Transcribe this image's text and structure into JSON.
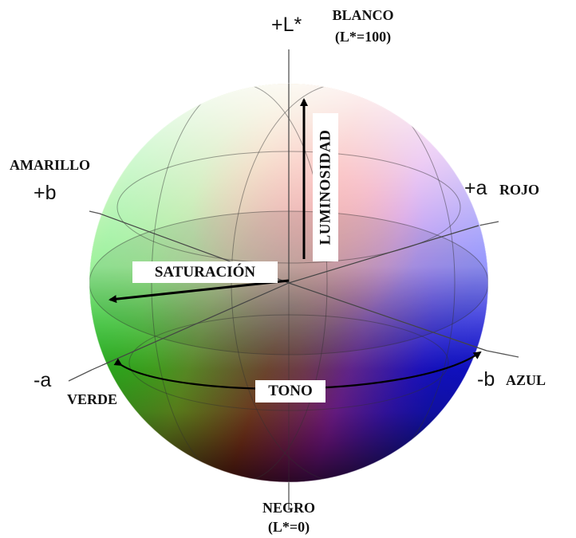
{
  "labels": {
    "l_axis": "+L*",
    "white": "BLANCO",
    "white_value": "(L*=100)",
    "black": "NEGRO",
    "black_value": "(L*=0)",
    "plus_b": "+b",
    "yellow": "AMARILLO",
    "plus_a": "+a",
    "red": "ROJO",
    "minus_a": "-a",
    "green": "VERDE",
    "minus_b": "-b",
    "blue": "AZUL"
  },
  "concepts": {
    "saturation": "SATURACIÓN",
    "lightness": "LUMINOSIDAD",
    "hue": "TONO"
  },
  "colors": {
    "red": "#e01818",
    "yellow": "#e8e020",
    "green": "#18d818",
    "blue": "#1818e8",
    "magenta": "#c020e0",
    "white": "#ffffff",
    "black": "#111111"
  }
}
